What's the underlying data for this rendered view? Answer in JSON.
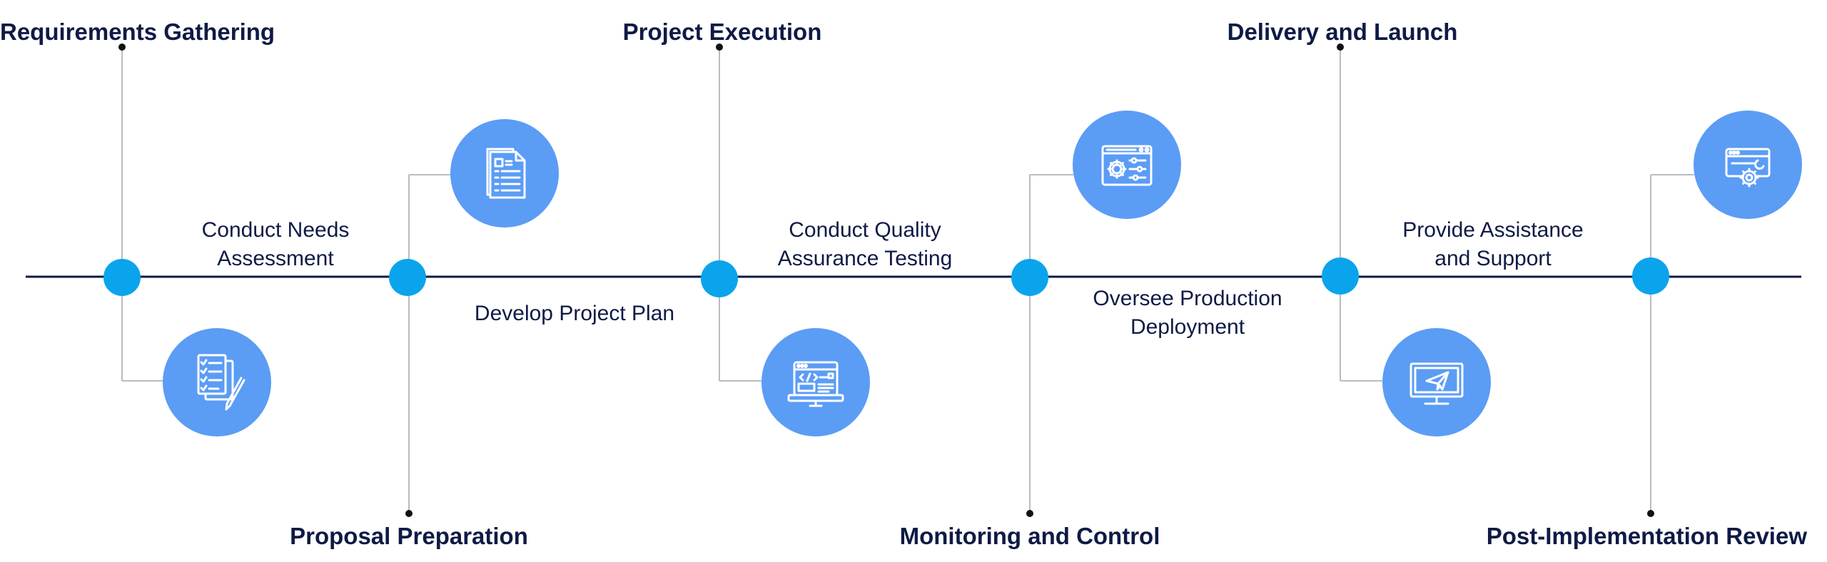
{
  "colors": {
    "axis": "#0f1a45",
    "connector": "#b9bcc4",
    "node": "#0aa4ec",
    "icon_bg": "#5b9cf5",
    "icon_stroke": "#ffffff",
    "text": "#0f1a45",
    "dot": "#111111"
  },
  "phases": [
    {
      "title": "Requirements Gathering",
      "title_position": "top",
      "step_lines": [
        "Conduct Needs",
        "Assessment"
      ],
      "icon": "checklist-documents-icon"
    },
    {
      "title": "Proposal Preparation",
      "title_position": "bottom",
      "step_lines": [
        "Develop Project Plan"
      ],
      "icon": "document-pages-icon"
    },
    {
      "title": "Project Execution",
      "title_position": "top",
      "step_lines": [
        "Conduct Quality",
        "Assurance Testing"
      ],
      "icon": "code-monitor-icon"
    },
    {
      "title": "Monitoring and Control",
      "title_position": "bottom",
      "step_lines": [
        "Oversee Production",
        "Deployment"
      ],
      "icon": "settings-window-icon"
    },
    {
      "title": "Delivery and Launch",
      "title_position": "top",
      "step_lines": [
        "Provide Assistance",
        "and Support"
      ],
      "icon": "send-monitor-icon"
    },
    {
      "title": "Post-Implementation Review",
      "title_position": "bottom",
      "step_lines": [],
      "icon": "maintenance-window-icon"
    }
  ]
}
